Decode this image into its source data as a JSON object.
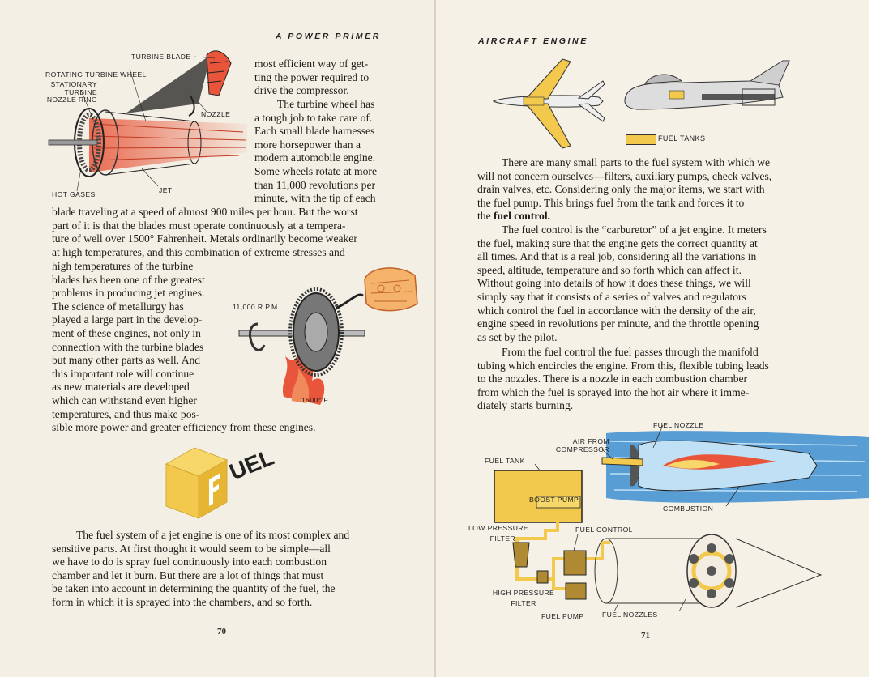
{
  "left_page": {
    "running_head": "A POWER PRIMER",
    "turbine_labels": {
      "turbine_blade": "TURBINE BLADE",
      "rotating_turbine_wheel": "ROTATING TURBINE WHEEL",
      "stationary_turbine_nozzle_ring": [
        "STATIONARY",
        "TURBINE",
        "NOZZLE RING"
      ],
      "nozzle": "NOZZLE",
      "hot_gases": "HOT GASES",
      "jet": "JET"
    },
    "para1_lines": [
      "most efficient way of get-",
      "ting the power required to",
      "drive the compressor."
    ],
    "para2_narrow_lines": [
      "The turbine wheel has",
      "a tough job to take care of.",
      "Each small blade harnesses",
      "more horsepower than a",
      "modern automobile engine.",
      "Some wheels rotate at more",
      "than 11,000 revolutions per",
      "minute, with the tip of each"
    ],
    "para2_full_lines": [
      "blade traveling at a speed of almost 900 miles per hour. But the worst",
      "part of it is that the blades must operate continuously at a tempera-",
      "ture of well over 1500° Fahrenheit. Metals ordinarily become weaker",
      "at high temperatures, and this combination of extreme stresses and"
    ],
    "para2_wrap_lines": [
      "high temperatures of the turbine",
      "blades has been one of the greatest",
      "problems in producing jet engines.",
      "The science of metallurgy has",
      "played a large part in the develop-",
      "ment of these engines, not only in",
      "connection with the turbine blades",
      "but many other parts as well. And",
      "this important role will continue",
      "as new materials are developed",
      "which can withstand even higher",
      "temperatures, and thus make pos-"
    ],
    "para2_last_line": "sible more power and greater efficiency from these engines.",
    "rpm_label": "11,000 R.P.M.",
    "temp_label": "1500° F",
    "section_graphic": {
      "cube_letter": "F",
      "word": "UEL"
    },
    "fuel_para_lines": [
      "The fuel system of a jet engine is one of its most complex and",
      "sensitive parts. At first thought it would seem to be simple—all",
      "we have to do is spray fuel continuously into each combustion",
      "chamber and let it burn. But there are a lot of things that must",
      "be taken into account in determining the quantity of the fuel, the",
      "form in which it is sprayed into the chambers, and so forth."
    ],
    "page_number": "70"
  },
  "right_page": {
    "running_head": "AIRCRAFT ENGINE",
    "legend_label": "FUEL TANKS",
    "para1_lines": [
      "There are many small parts to the fuel system with which we",
      "will not concern ourselves—filters, auxiliary pumps, check valves,",
      "drain valves, etc. Considering only the major items, we start with",
      "the fuel pump. This brings fuel from the tank and forces it to"
    ],
    "para1_last_prefix": "the ",
    "para1_last_bold": "fuel control.",
    "para2_lines": [
      "The fuel control is the “carburetor” of a jet engine. It meters",
      "the fuel, making sure that the engine gets the correct quantity at",
      "all times. And that is a real job, considering all the variations in",
      "speed, altitude, temperature and so forth which can affect it.",
      "Without going into details of how it does these things, we will",
      "simply say that it consists of a series of valves and regulators",
      "which control the fuel in accordance with the density of the air,",
      "engine speed in revolutions per minute, and the throttle opening",
      "as set by the pilot."
    ],
    "para3_lines": [
      "From the fuel control the fuel passes through the manifold",
      "tubing which encircles the engine. From this, flexible tubing leads",
      "to the nozzles. There is a nozzle in each combustion chamber",
      "from which the fuel is sprayed into the hot air where it imme-",
      "diately starts burning."
    ],
    "diagram_labels": {
      "fuel_nozzle": "FUEL NOZZLE",
      "air_from_compressor": [
        "AIR FROM",
        "COMPRESSOR"
      ],
      "fuel_tank": "FUEL TANK",
      "boost_pump": "BOOST PUMP",
      "combustion": "COMBUSTION",
      "low_pressure_filter": [
        "LOW PRESSURE",
        "FILTER"
      ],
      "fuel_control": "FUEL CONTROL",
      "high_pressure_filter": [
        "HIGH PRESSURE",
        "FILTER"
      ],
      "fuel_pump": "FUEL PUMP",
      "fuel_nozzles": "FUEL NOZZLES"
    },
    "page_number": "71"
  },
  "colors": {
    "paper": "#f3efe4",
    "fuel_yellow": "#f2c94c",
    "flame_red": "#e8553a",
    "air_blue": "#3c8fd0",
    "metal_brown": "#8a6a2a"
  }
}
